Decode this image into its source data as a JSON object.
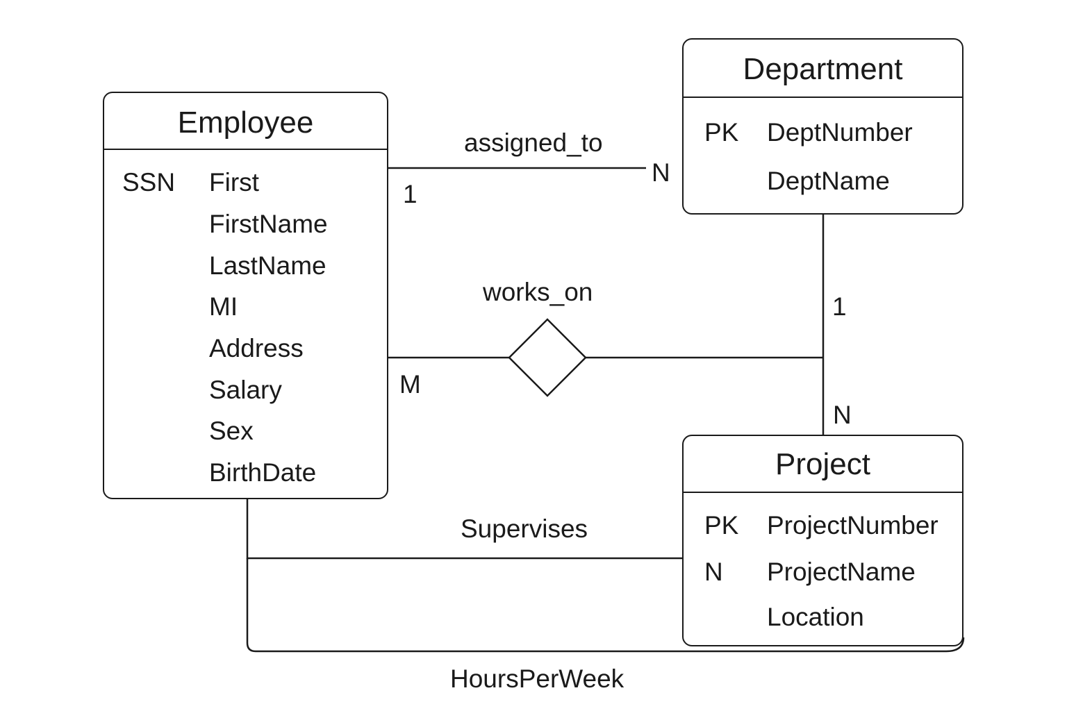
{
  "entities": {
    "employee": {
      "title": "Employee",
      "key_label": "SSN",
      "attributes": [
        "First",
        "FirstName",
        "LastName",
        "MI",
        "Address",
        "Salary",
        "Sex",
        "BirthDate"
      ]
    },
    "department": {
      "title": "Department",
      "pk_label": "PK",
      "attributes": [
        "DeptNumber",
        "DeptName"
      ]
    },
    "project": {
      "title": "Project",
      "pk_label": "PK",
      "n_label": "N",
      "attributes": [
        "ProjectNumber",
        "ProjectName",
        "Location"
      ]
    }
  },
  "relationships": {
    "assigned_to": {
      "label": "assigned_to",
      "card_employee": "1",
      "card_department": "N"
    },
    "works_on": {
      "label": "works_on",
      "card_employee": "M",
      "card_department": "1",
      "card_project": "N"
    },
    "supervises": {
      "label": "Supervises"
    },
    "hours": {
      "label": "HoursPerWeek"
    }
  }
}
